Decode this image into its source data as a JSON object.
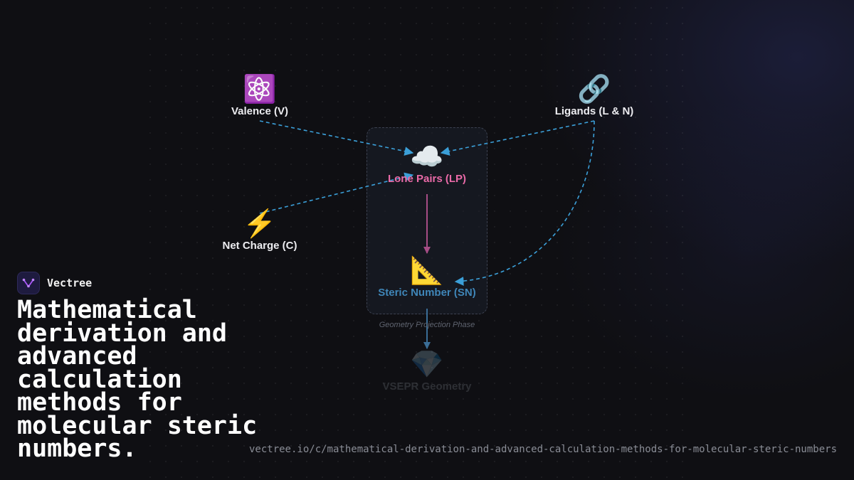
{
  "diagram": {
    "nodes": {
      "valence": {
        "icon": "⚛️",
        "icon_name": "atom-icon",
        "label": "Valence (V)"
      },
      "ligands": {
        "icon": "🔗",
        "icon_name": "link-icon",
        "label": "Ligands (L & N)"
      },
      "lone_pairs": {
        "icon": "☁️",
        "icon_name": "cloud-icon",
        "label": "Lone Pairs (LP)"
      },
      "net_charge": {
        "icon": "⚡",
        "icon_name": "lightning-icon",
        "label": "Net Charge (C)"
      },
      "steric_number": {
        "icon": "📐",
        "icon_name": "triangle-ruler-icon",
        "label": "Steric Number (SN)"
      },
      "vsepr": {
        "icon": "💎",
        "icon_name": "gem-icon",
        "label": "VSEPR Geometry"
      }
    },
    "group_label": "Geometry Projection Phase",
    "edges": [
      {
        "from": "valence",
        "to": "lone_pairs",
        "style": "dashed",
        "color": "#3b9fd8"
      },
      {
        "from": "ligands",
        "to": "lone_pairs",
        "style": "dashed",
        "color": "#3b9fd8"
      },
      {
        "from": "net_charge",
        "to": "lone_pairs",
        "style": "dashed",
        "color": "#3b9fd8"
      },
      {
        "from": "ligands",
        "to": "steric_number",
        "style": "dashed",
        "color": "#3b9fd8"
      },
      {
        "from": "lone_pairs",
        "to": "steric_number",
        "style": "solid",
        "color": "#a64d86"
      },
      {
        "from": "steric_number",
        "to": "vsepr",
        "style": "solid",
        "color": "#3a6d96"
      }
    ]
  },
  "brand": {
    "name": "Vectree",
    "logo_icon": "vectree-logo-icon",
    "accent": "#a855f7"
  },
  "title": "Mathematical derivation and advanced calculation methods for molecular steric numbers.",
  "url": "vectree.io/c/mathematical-derivation-and-advanced-calculation-methods-for-molecular-steric-numbers"
}
